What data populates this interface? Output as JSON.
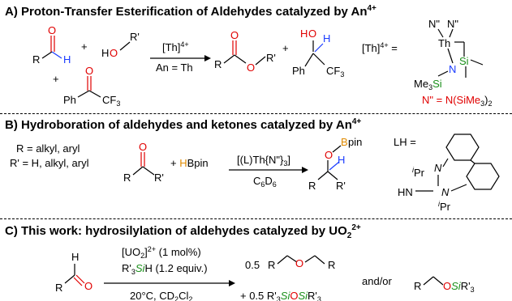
{
  "sections": {
    "a": {
      "title": "A) Proton-Transfer Esterification of Aldehydes catalyzed by An",
      "title_sup": "4+",
      "catalyst": "[Th]",
      "catalyst_sup": "4+",
      "condition": "An = Th",
      "th_def_prefix": "[Th]",
      "th_def_sup": "4+",
      "th_def_eq": "=",
      "n_def": "N\" = N(SiMe",
      "n_def_sub": "3",
      "n_def_end": ")",
      "n_def_sub2": "2"
    },
    "b": {
      "title": "B) Hydroboration of aldehydes and ketones catalyzed by An",
      "title_sup": "4+",
      "r_def": "R = alkyl, aryl",
      "rp_def": "R' = H, alkyl, aryl",
      "reagent_plus": "+ ",
      "reagent_h": "H",
      "reagent_b": "Bpin",
      "catalyst": "[(L)Th{N\"}",
      "catalyst_sub": "3",
      "catalyst_end": "]",
      "solvent": "C",
      "solvent_sub1": "6",
      "solvent_mid": "D",
      "solvent_sub2": "6",
      "lh_label": "LH ="
    },
    "c": {
      "title": "C) This work: hydrosilylation of aldehydes catalyzed by UO",
      "title_sub": "2",
      "title_sup": "2+",
      "catalyst": "[UO",
      "catalyst_sub": "2",
      "catalyst_end": "]",
      "catalyst_sup": "2+",
      "catalyst_load": " (1 mol%)",
      "silane": "R'",
      "silane_sub": "3",
      "silane_si": "Si",
      "silane_h": "H",
      "silane_eq": " (1.2 equiv.)",
      "temp": "20°C, CD",
      "temp_sub": "2",
      "temp_end": "Cl",
      "temp_sub2": "2",
      "prod1_coeff": "0.5",
      "prod2": "+ 0.5 R'",
      "andor": "and/or"
    }
  }
}
